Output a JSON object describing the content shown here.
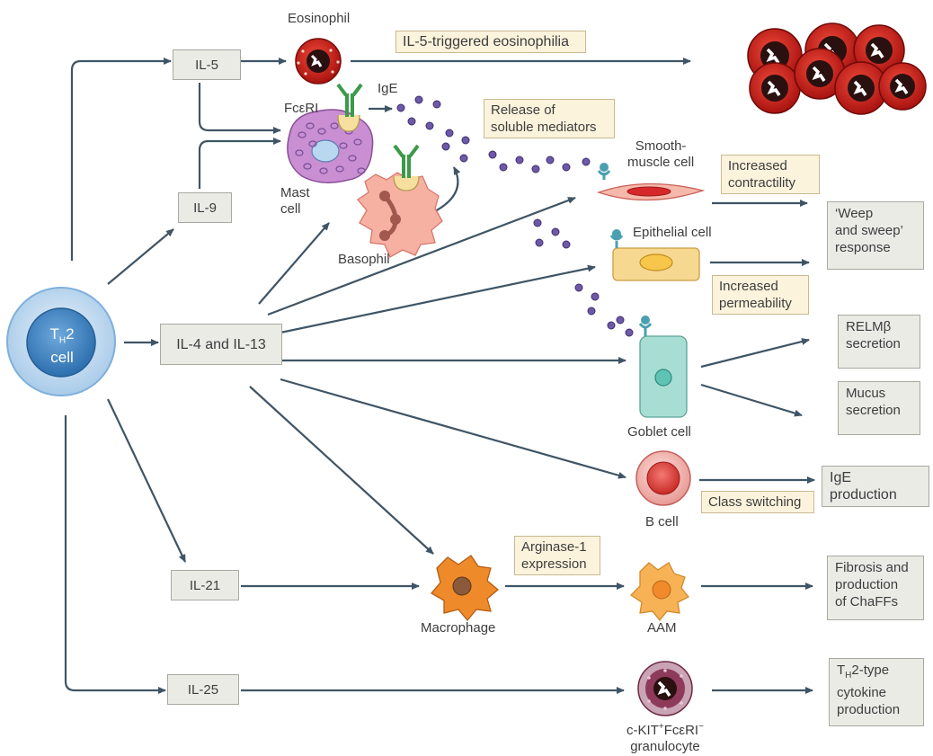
{
  "th2": {
    "t": "T",
    "sub": "H",
    "rest": "2",
    "line2": "cell"
  },
  "cytokines": {
    "il5": "IL-5",
    "il9": "IL-9",
    "il4_13": "IL-4 and IL-13",
    "il21": "IL-21",
    "il25": "IL-25"
  },
  "cells": {
    "eosinophil": "Eosinophil",
    "mast_1": "Mast",
    "mast_2": "cell",
    "basophil": "Basophil",
    "smooth_1": "Smooth-",
    "smooth_2": "muscle cell",
    "epithelial": "Epithelial cell",
    "goblet": "Goblet cell",
    "bcell": "B cell",
    "macrophage": "Macrophage",
    "aam": "AAM",
    "granulocyte_1_a": "c-KIT",
    "granulocyte_1_sup1": "+",
    "granulocyte_1_b": "FcεRI",
    "granulocyte_1_sup2": "−",
    "granulocyte_2": "granulocyte"
  },
  "receptors": {
    "ige": "IgE",
    "fceri": "FcεRI"
  },
  "notes": {
    "eosinophilia": "IL-5-triggered eosinophilia",
    "release_1": "Release of",
    "release_2": "soluble mediators",
    "contractility_1": "Increased",
    "contractility_2": "contractility",
    "permeability_1": "Increased",
    "permeability_2": "permeability",
    "class_switching": "Class switching",
    "arginase_1": "Arginase-1",
    "arginase_2": "expression"
  },
  "outcomes": {
    "weep_1": "‘Weep",
    "weep_2": "and sweep’",
    "weep_3": "response",
    "relm_1": "RELMβ",
    "relm_2": "secretion",
    "mucus_1": "Mucus",
    "mucus_2": "secretion",
    "ige_production": "IgE production",
    "fibrosis_1": "Fibrosis and",
    "fibrosis_2": "production",
    "fibrosis_3": "of ChaFFs",
    "th2type_t": "T",
    "th2type_sub": "H",
    "th2type_rest": "2-type",
    "th2type_2": "cytokine",
    "th2type_3": "production"
  },
  "colors": {
    "arrow": "#3f5566",
    "th2_outer": "#c9dff2",
    "th2_inner": "#3f86c6",
    "eosinophil": "#c8201d",
    "mast": "#c58fcf",
    "basophil": "#f5a999",
    "mediator": "#6d59a6",
    "smooth_muscle": "#f2b4a6",
    "epithelial": "#f7d891",
    "goblet": "#a8ddd3",
    "bcell": "#e84a47",
    "macrophage": "#ef8a2a",
    "aam": "#f7b256",
    "granulocyte": "#8e3a5a"
  }
}
